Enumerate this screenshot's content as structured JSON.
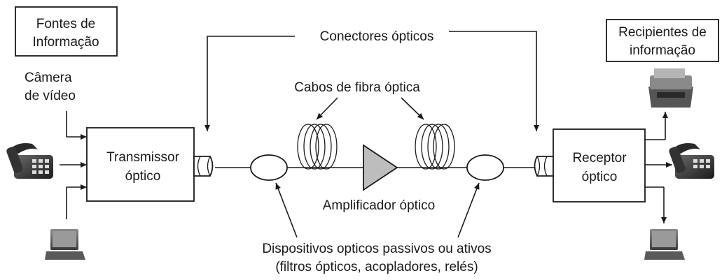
{
  "sources": {
    "line1": "Fontes de",
    "line2": "Informação"
  },
  "recipients": {
    "line1": "Recipientes de",
    "line2": "informação"
  },
  "camera": {
    "line1": "Câmera",
    "line2": "de vídeo"
  },
  "connectors": "Conectores ópticos",
  "fiber_cables": "Cabos de fibra óptica",
  "transmitter": {
    "line1": "Transmissor",
    "line2": "óptico"
  },
  "receiver": {
    "line1": "Receptor",
    "line2": "óptico"
  },
  "amplifier": "Amplificador óptico",
  "devices": {
    "line1": "Dispositivos opticos passivos ou ativos",
    "line2": "(filtros ópticos, acopladores, relés)"
  },
  "icons": [
    "telephone-icon",
    "laptop-icon",
    "fax-printer-icon"
  ]
}
